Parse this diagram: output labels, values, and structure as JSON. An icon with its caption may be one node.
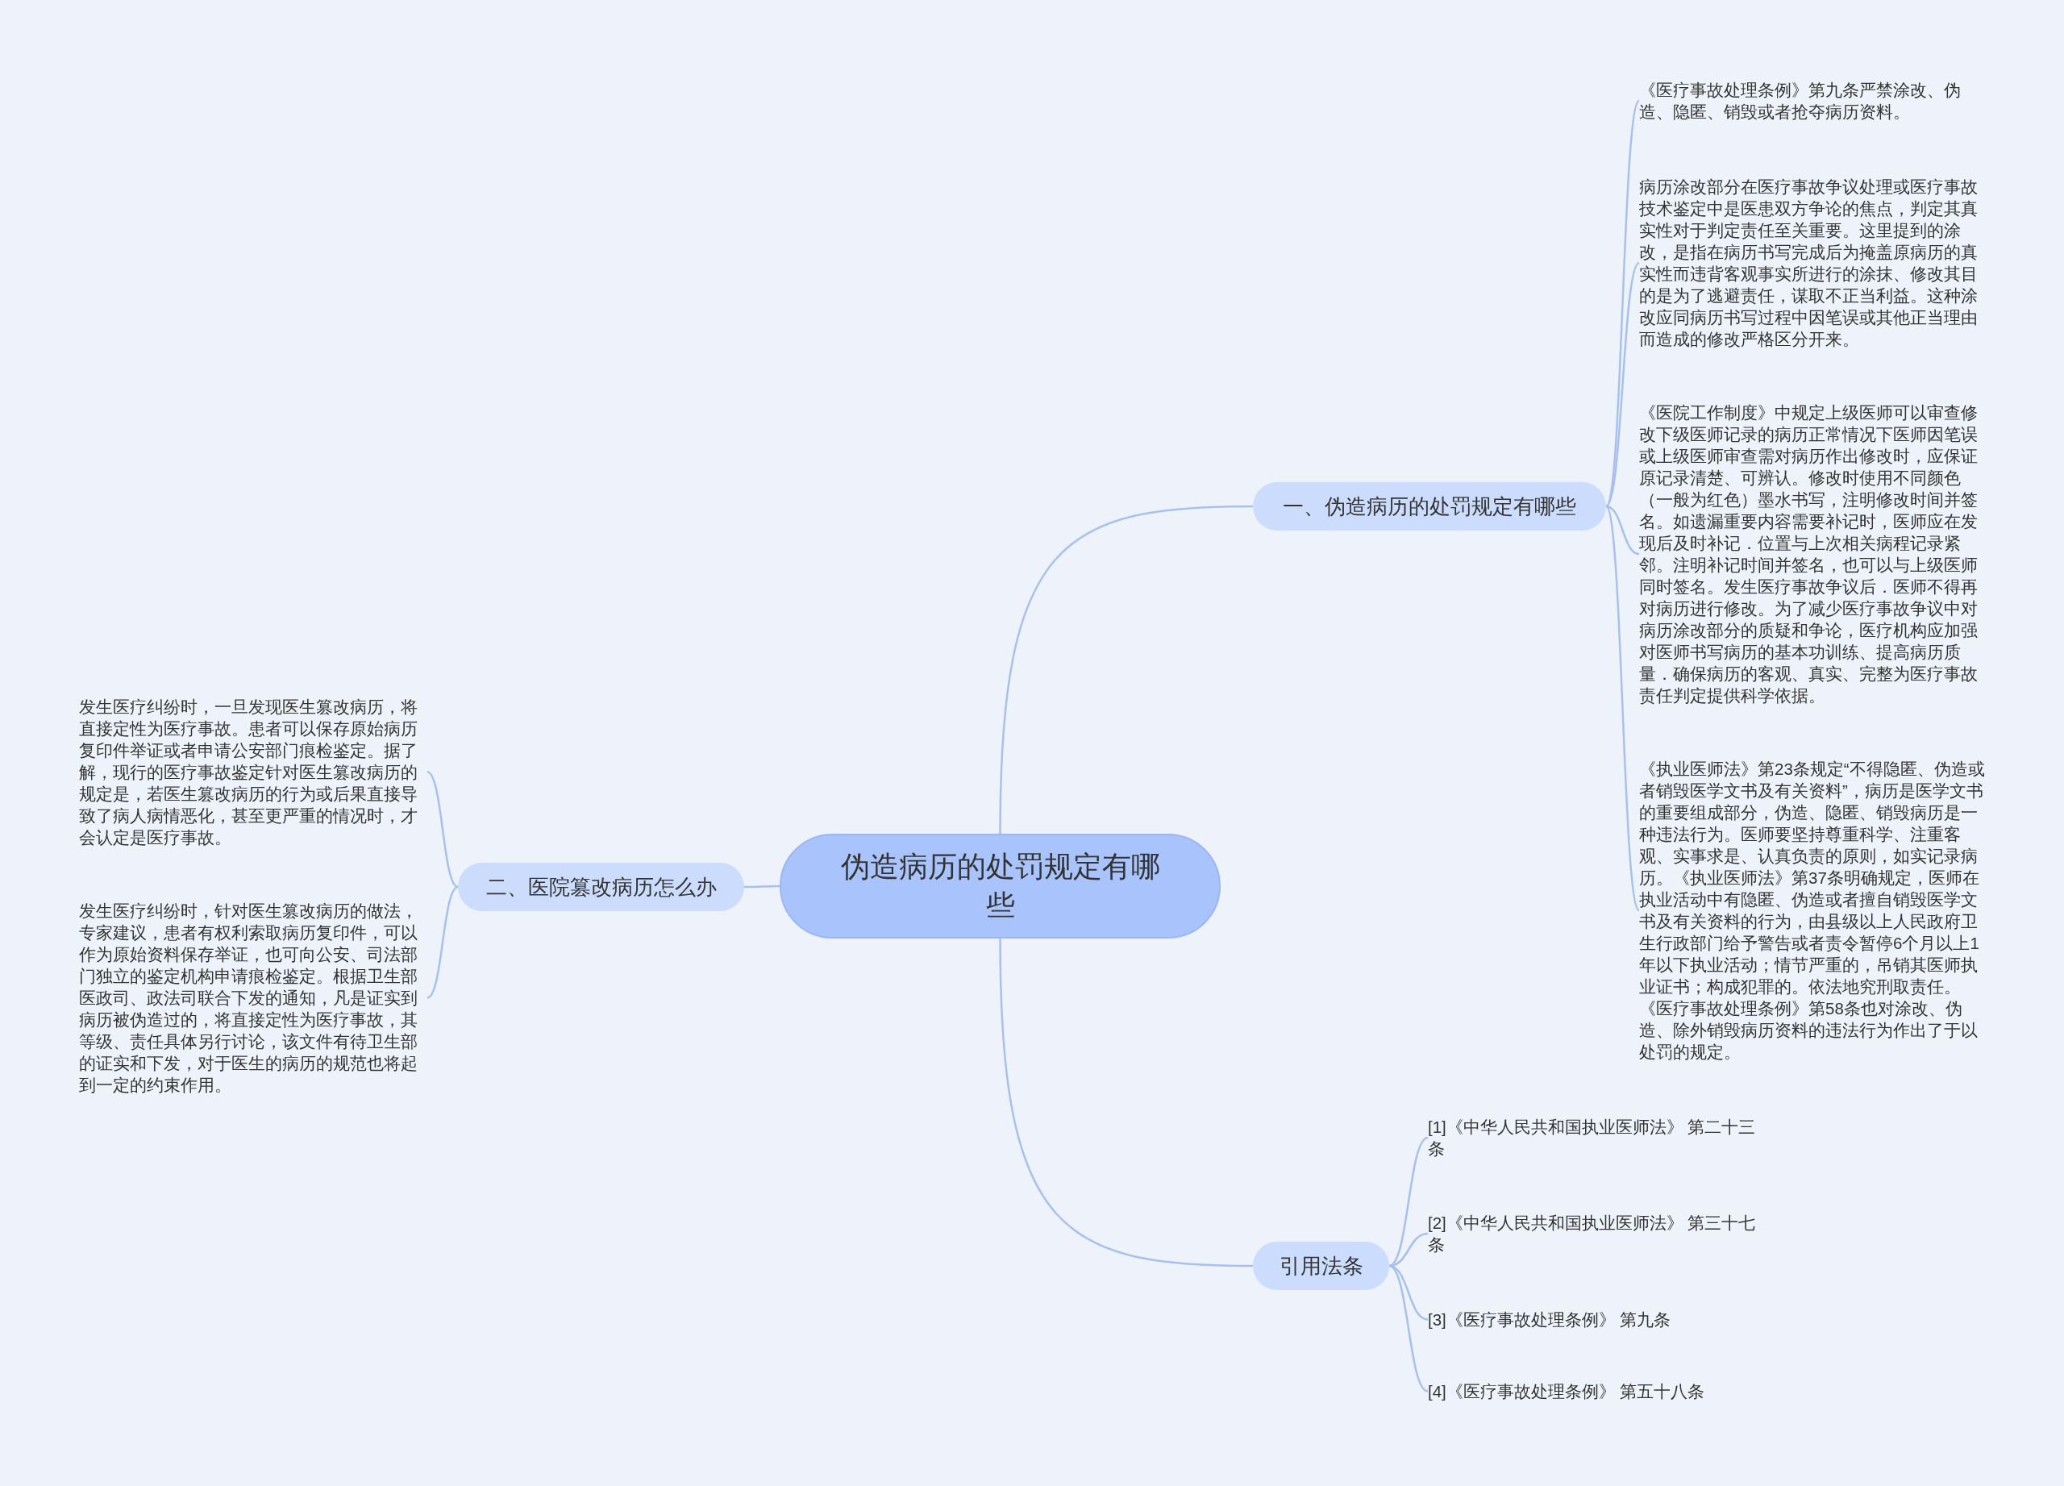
{
  "diagram": {
    "nodes": [
      {
        "text": [
          "伪造病历的处罚规定有哪些"
        ]
      },
      {
        "text": [
          "一、伪造病历的处罚规定有哪些"
        ]
      },
      {
        "text": [
          "《医疗事故处理条例》第九条严禁涂改、伪造、隐匿、销毁或者抢夺病历资料。"
        ]
      },
      {
        "text": [
          "病历涂改部分在医疗事故争议处理或医疗事故技术鉴定中是医患双方争论的焦点，判定其真实性对于判定责任至关重要。这里提到的涂改，是指在病历书写完成后为掩盖原病历的真实性而违背客观事实所进行的涂抹、修改其目的是为了逃避责任，谋取不正当利益。这种涂改应同病历书写过程中因笔误或其他正当理由而造成的修改严格区分开来。"
        ]
      },
      {
        "text": [
          "《医院工作制度》中规定上级医师可以审查修改下级医师记录的病历正常情况下医师因笔误或上级医师审查需对病历作出修改时，应保证原记录清楚、可辨认。修改时使用不同颜色（一般为红色）墨水书写，注明修改时间并签名。如遗漏重要内容需要补记时，医师应在发现后及时补记．位置与上次相关病程记录紧邻。注明补记时间并签名，也可以与上级医师同时签名。发生医疗事故争议后．医师不得再对病历进行修改。为了减少医疗事故争议中对病历涂改部分的质疑和争论，医疗机构应加强对医师书写病历的基本功训练、提高病历质量．确保病历的客观、真实、完整为医疗事故责任判定提供科学依据。"
        ]
      },
      {
        "text": [
          "《执业医师法》第23条规定“不得隐匿、伪造或者销毁医学文书及有关资料”，病历是医学文书的重要组成部分，伪造、隐匿、销毁病历是一种违法行为。医师要坚持尊重科学、注重客观、实事求是、认真负责的原则，如实记录病历。《执业医师法》第37条明确规定，医师在执业活动中有隐匿、伪造或者擅自销毁医学文书及有关资料的行为，由县级以上人民政府卫生行政部门给予警告或者责令暂停6个月以上1年以下执业活动；情节严重的，吊销其医师执业证书；构成犯罪的。依法地究刑取责任。《医疗事故处理条例》第58条也对涂改、伪造、除外销毁病历资料的违法行为作出了于以处罚的规定。"
        ]
      },
      {
        "text": [
          "二、医院篡改病历怎么办"
        ]
      },
      {
        "text": [
          "发生医疗纠纷时，一旦发现医生篡改病历，将直接定性为医疗事故。患者可以保存原始病历复印件举证或者申请公安部门痕检鉴定。据了解，现行的医疗事故鉴定针对医生篡改病历的规定是，若医生篡改病历的行为或后果直接导致了病人病情恶化，甚至更严重的情况时，才会认定是医疗事故。"
        ]
      },
      {
        "text": [
          "发生医疗纠纷时，针对医生篡改病历的做法，专家建议，患者有权利索取病历复印件，可以作为原始资料保存举证，也可向公安、司法部门独立的鉴定机构申请痕检鉴定。根据卫生部医政司、政法司联合下发的通知，凡是证实到病历被伪造过的，将直接定性为医疗事故，其等级、责任具体另行讨论，该文件有待卫生部的证实和下发，对于医生的病历的规范也将起到一定的约束作用。"
        ]
      },
      {
        "text": [
          "引用法条"
        ]
      },
      {
        "text": [
          "[1]《中华人民共和国执业医师法》 第二十三条"
        ]
      },
      {
        "text": [
          "[2]《中华人民共和国执业医师法》 第三十七条"
        ]
      },
      {
        "text": [
          "[3]《医疗事故处理条例》 第九条"
        ]
      },
      {
        "text": [
          "[4]《医疗事故处理条例》 第五十八条"
        ]
      }
    ],
    "edges": [
      {
        "from": 0,
        "to": 1,
        "arrow": "none"
      },
      {
        "from": 1,
        "to": 2,
        "arrow": "none"
      },
      {
        "from": 1,
        "to": 3,
        "arrow": "none"
      },
      {
        "from": 1,
        "to": 4,
        "arrow": "none"
      },
      {
        "from": 1,
        "to": 5,
        "arrow": "none"
      },
      {
        "from": 0,
        "to": 6,
        "arrow": "none"
      },
      {
        "from": 6,
        "to": 7,
        "arrow": "none"
      },
      {
        "from": 6,
        "to": 8,
        "arrow": "none"
      },
      {
        "from": 0,
        "to": 9,
        "arrow": "none"
      },
      {
        "from": 9,
        "to": 10,
        "arrow": "none"
      },
      {
        "from": 9,
        "to": 11,
        "arrow": "none"
      },
      {
        "from": 9,
        "to": 12,
        "arrow": "none"
      },
      {
        "from": 9,
        "to": 13,
        "arrow": "none"
      }
    ]
  }
}
